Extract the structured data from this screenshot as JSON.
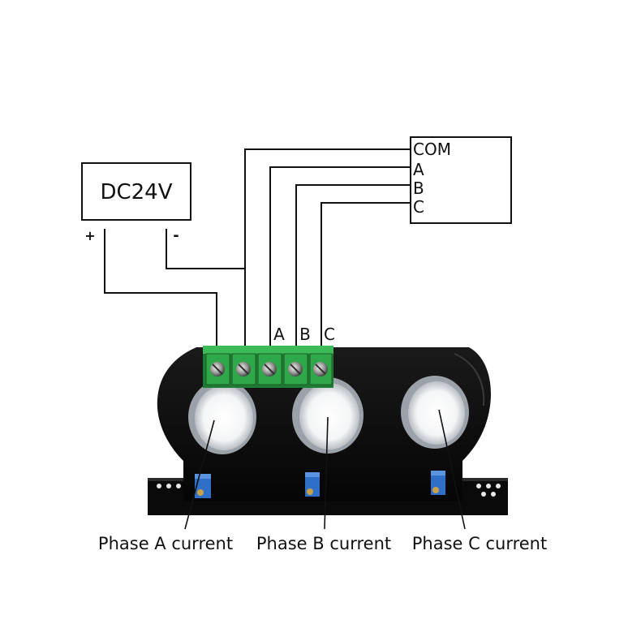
{
  "power_supply": {
    "label": "DC24V",
    "plus": "+",
    "minus": "-"
  },
  "output_box": {
    "terminals": [
      "COM",
      "A",
      "B",
      "C"
    ]
  },
  "terminal_labels": [
    "A",
    "B",
    "C"
  ],
  "phase_labels": [
    "Phase A current",
    "Phase B current",
    "Phase C current"
  ],
  "colors": {
    "body": "#0b0b0b",
    "terminal_block": "#2fa84a",
    "terminal_block_dark": "#1f7a33",
    "trimmer": "#2f6fc8",
    "hole_rim": "#c9ced3",
    "wire": "#111111"
  }
}
